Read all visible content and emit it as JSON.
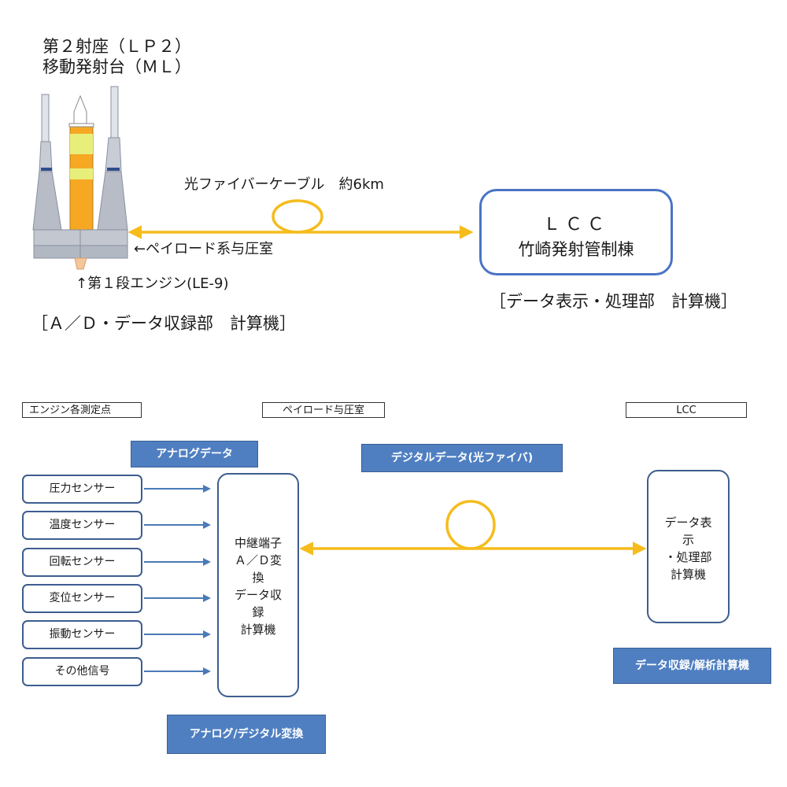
{
  "top": {
    "launch_pad_line1": "第２射座（ＬＰ２）",
    "launch_pad_line2": "移動発射台（ＭＬ）",
    "cable_label": "光ファイバーケーブル　約6km",
    "payload_label": "←ペイロード系与圧室",
    "engine_label": "↑第１段エンジン(LE-9)",
    "launch_computer": "［Ａ／Ｄ・データ収録部　計算機］",
    "lcc_line1": "ＬＣＣ",
    "lcc_line2": "竹崎発射管制棟",
    "lcc_computer": "［データ表示・処理部　計算機］"
  },
  "bottom": {
    "headers": {
      "engine": "エンジン各測定点",
      "payload": "ペイロード与圧室",
      "lcc": "LCC"
    },
    "banners": {
      "analog": "アナログデータ",
      "digital": "デジタルデータ(光ファイバ)",
      "record": "データ収録/解析計算機",
      "ad_conversion": "アナログ/デジタル変換"
    },
    "sensors": [
      "圧力センサー",
      "温度センサー",
      "回転センサー",
      "変位センサー",
      "振動センサー",
      "その他信号"
    ],
    "middle_box_lines": [
      "中継端子",
      "Ａ／Ｄ変",
      "換",
      "データ収",
      "録",
      "計算機"
    ],
    "lcc_box_lines": [
      "データ表",
      "示",
      "・処理部",
      "計算機"
    ]
  },
  "colors": {
    "fiber": "#f5bc1c",
    "arrow_blue": "#4a7ab8",
    "banner": "#4f7fc1",
    "box_border": "#3e5d8f",
    "rocket_orange": "#f7a823",
    "rocket_stripe": "#e8ee7a",
    "tower_grey": "#b7bcc6"
  }
}
